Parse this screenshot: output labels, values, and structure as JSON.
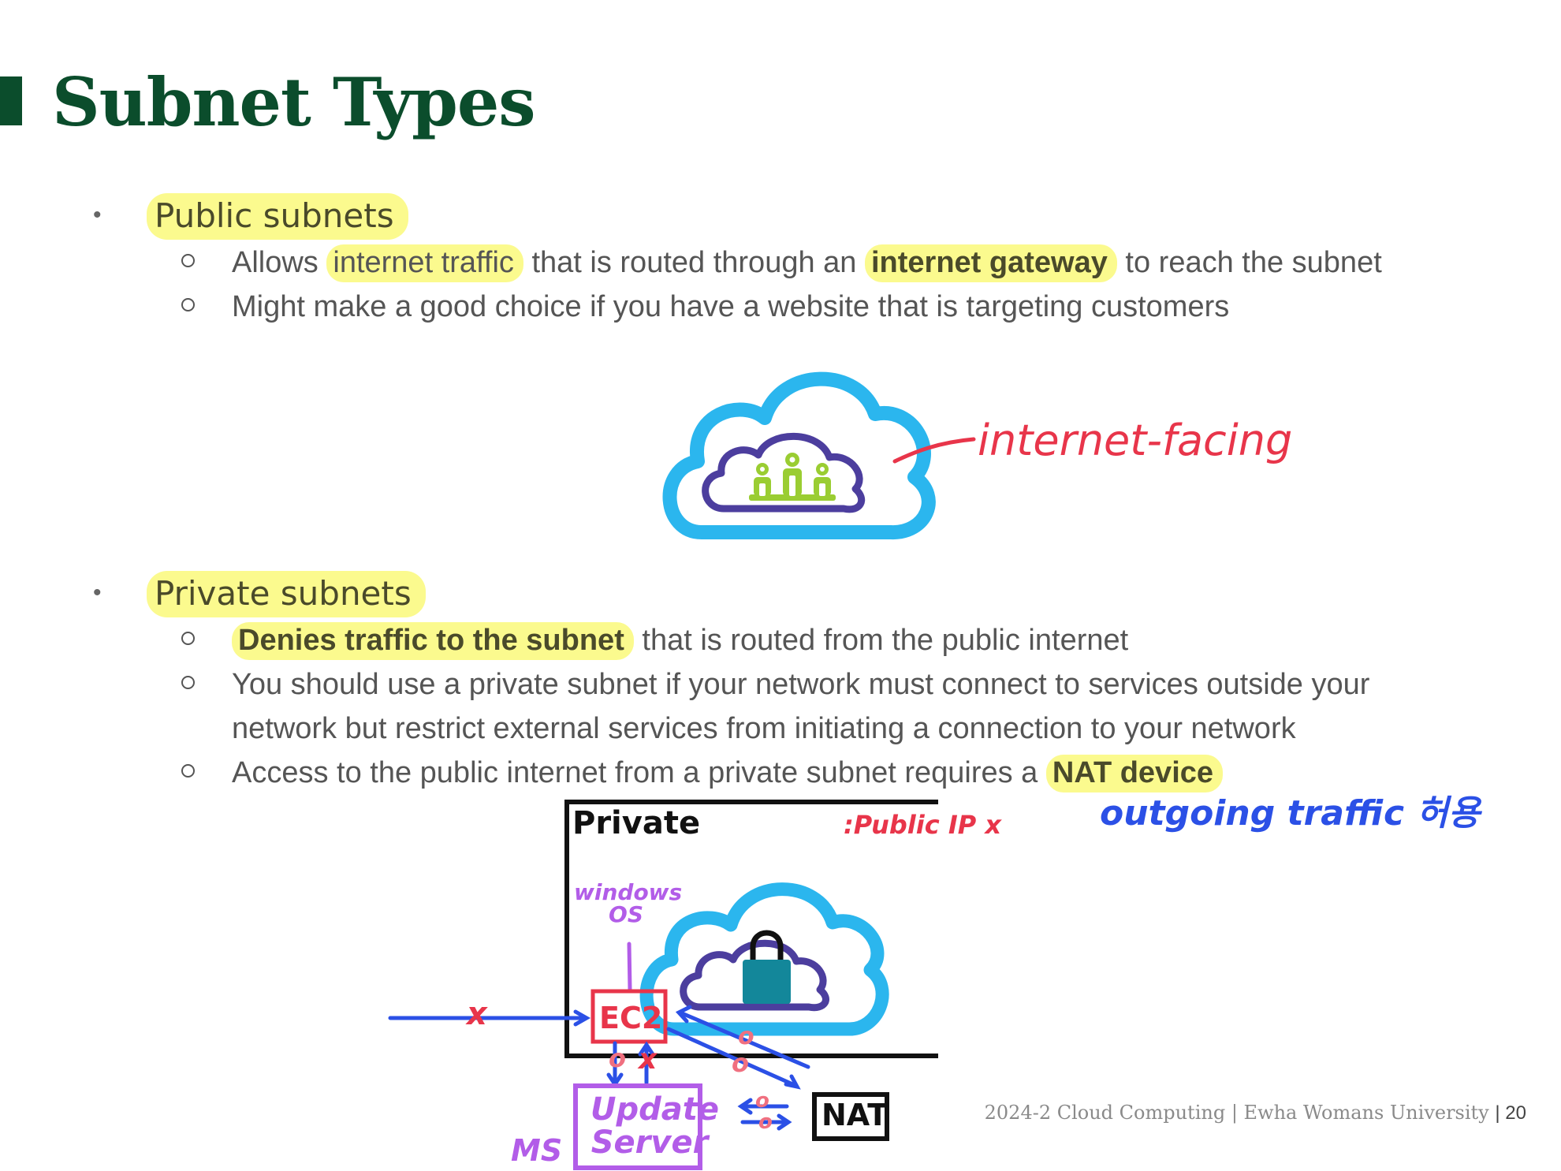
{
  "slide": {
    "title": "Subnet Types",
    "bullets": [
      {
        "label": "Public subnets",
        "items": [
          {
            "prefix": "Allows ",
            "hl1": "internet traffic",
            "mid": " that is routed through an ",
            "hl2": "internet gateway",
            "suffix": " to reach the subnet"
          },
          {
            "text": "Might make a good choice if you have a website that is targeting customers"
          }
        ]
      },
      {
        "label": "Private subnets",
        "items": [
          {
            "hl": "Denies traffic to the subnet",
            "suffix": " that is routed from the public internet"
          },
          {
            "line1": "You should use a private subnet if your network must connect to services outside your",
            "line2": "network but restrict external services from initiating a connection to your network"
          },
          {
            "prefix": "Access to the public internet from a private subnet requires a ",
            "hl": "NAT device"
          }
        ]
      }
    ],
    "footer": {
      "text": "2024-2 Cloud Computing | Ewha Womans University",
      "page": "| 20"
    }
  },
  "annotations": {
    "public_note": "internet-facing",
    "private_label": "Private",
    "public_ip_note": ":Public IP x",
    "outgoing_note": "outgoing traffic 허용",
    "os_label_line1": "windows",
    "os_label_line2": "OS",
    "ec2_label": "EC2",
    "update_server_line1": "Update",
    "update_server_line2": "Server",
    "ms_label": "MS",
    "nat_label": "NAT",
    "mark_x": "x",
    "mark_o": "o"
  },
  "colors": {
    "title_green": "#0b4d2c",
    "highlight": "#fbfa8e",
    "cloud_blue": "#2bb6ee",
    "cloud_inner": "#4c3e9e",
    "people_green": "#9acd32",
    "lock_teal": "#13879a",
    "ink_red": "#e8354a",
    "ink_blue": "#2b50e6",
    "ink_purple": "#b25de8",
    "ink_pink": "#f07080"
  }
}
